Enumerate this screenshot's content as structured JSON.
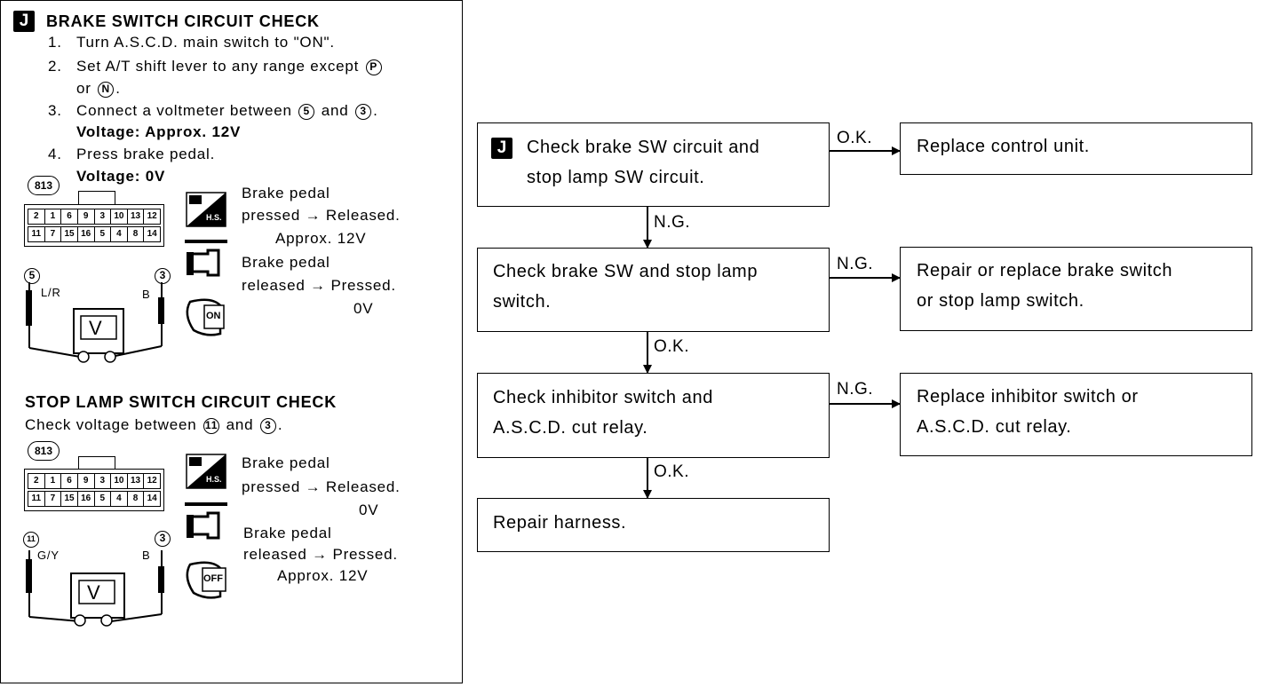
{
  "brake_section": {
    "badge": "J",
    "title": "BRAKE SWITCH CIRCUIT CHECK",
    "steps": [
      {
        "num": "1.",
        "text": "Turn A.S.C.D. main switch to \"ON\"."
      },
      {
        "num": "2.",
        "text": "Set A/T shift lever to any range except",
        "sym": "P",
        "line2": "or",
        "sym2": "N",
        "end2": "."
      },
      {
        "num": "3.",
        "text": "Connect a voltmeter between",
        "sym": "5",
        "mid": "and",
        "sym2": "3",
        "end": ".",
        "result": "Voltage: Approx. 12V"
      },
      {
        "num": "4.",
        "text": "Press brake pedal.",
        "result": "Voltage: 0V"
      }
    ],
    "connector_code": "813",
    "connector_top_row": [
      "2",
      "1",
      "6",
      "9",
      "3",
      "10",
      "13",
      "12"
    ],
    "connector_bottom_row": [
      "11",
      "7",
      "15",
      "16",
      "5",
      "4",
      "8",
      "14"
    ],
    "hs_label": "H.S.",
    "key_label": "ON",
    "probe_pos": "5",
    "probe_neg": "3",
    "wire_left": "L/R",
    "wire_right": "B",
    "meter": "V",
    "state1": {
      "line1": "Brake pedal",
      "line2": "pressed → Released.",
      "line3": "Approx. 12V"
    },
    "state2": {
      "line1": "Brake pedal",
      "line2": "released → Pressed.",
      "line3": "0V"
    }
  },
  "stop_section": {
    "title": "STOP LAMP SWITCH CIRCUIT CHECK",
    "text": "Check voltage between",
    "sym": "11",
    "mid": "and",
    "sym2": "3",
    "end": ".",
    "connector_code": "813",
    "connector_top_row": [
      "2",
      "1",
      "6",
      "9",
      "3",
      "10",
      "13",
      "12"
    ],
    "connector_bottom_row": [
      "11",
      "7",
      "15",
      "16",
      "5",
      "4",
      "8",
      "14"
    ],
    "hs_label": "H.S.",
    "key_label": "OFF",
    "probe_pos": "11",
    "probe_neg": "3",
    "wire_left": "G/Y",
    "wire_right": "B",
    "meter": "V",
    "state1": {
      "line1": "Brake pedal",
      "line2": "pressed → Released.",
      "line3": "0V"
    },
    "state2": {
      "line1": "Brake pedal",
      "line2": "released → Pressed.",
      "line3": "Approx. 12V"
    }
  },
  "flow": {
    "badge": "J",
    "box1": {
      "line1": "Check brake SW circuit and",
      "line2": "stop lamp SW circuit."
    },
    "box2": {
      "line1": "Check brake SW and stop lamp",
      "line2": "switch."
    },
    "box3": {
      "line1": "Check inhibitor switch and",
      "line2": "A.S.C.D. cut relay."
    },
    "box4": {
      "line1": "Repair harness."
    },
    "r1": {
      "line1": "Replace control unit."
    },
    "r2": {
      "line1": "Repair or replace brake switch",
      "line2": "or stop lamp switch."
    },
    "r3": {
      "line1": "Replace inhibitor switch or",
      "line2": "A.S.C.D. cut relay."
    },
    "a1": "O.K.",
    "a2": "N.G.",
    "a3": "N.G.",
    "a4": "N.G.",
    "a5": "O.K.",
    "a6": "O.K."
  }
}
